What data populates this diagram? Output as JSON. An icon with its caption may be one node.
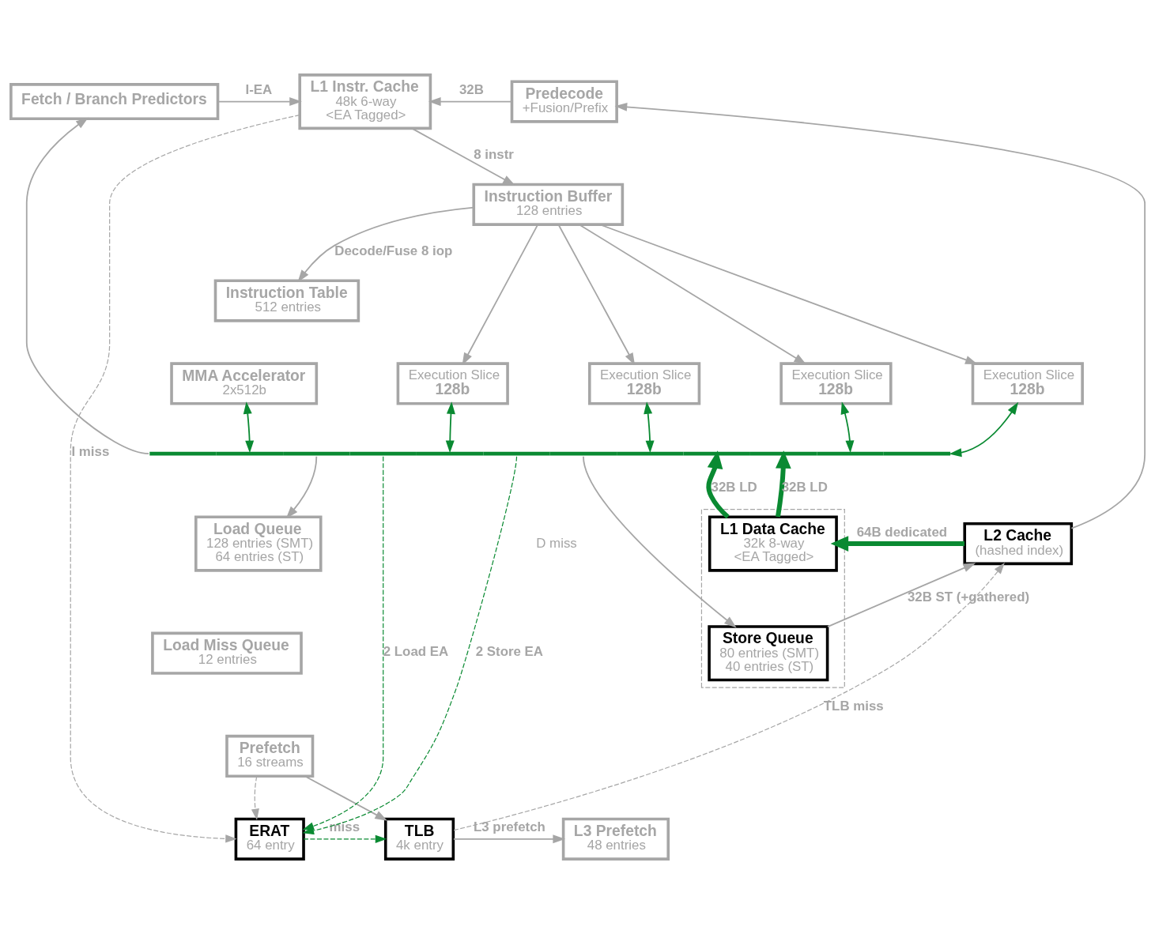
{
  "diagram": {
    "nodes": [
      {
        "text": [
          "Fetch / Branch Predictors"
        ]
      },
      {
        "text": [
          "L1 Instr. Cache",
          "48k 6-way",
          "<EA Tagged>"
        ]
      },
      {
        "text": [
          "Predecode",
          "+Fusion/Prefix"
        ]
      },
      {
        "text": [
          "Instruction Buffer",
          "128 entries"
        ]
      },
      {
        "text": [
          "Instruction Table",
          "512 entries"
        ]
      },
      {
        "text": [
          "MMA Accelerator",
          "2x512b"
        ]
      },
      {
        "text": [
          "Execution Slice",
          "128b"
        ]
      },
      {
        "text": [
          "Execution Slice",
          "128b"
        ]
      },
      {
        "text": [
          "Execution Slice",
          "128b"
        ]
      },
      {
        "text": [
          "Execution Slice",
          "128b"
        ]
      },
      {
        "text": [
          "Load Queue",
          "128 entries (SMT)",
          "64 entries (ST)"
        ]
      },
      {
        "text": [
          "Load Miss Queue",
          "12 entries"
        ]
      },
      {
        "text": [
          "Prefetch",
          "16 streams"
        ]
      },
      {
        "text": [],
        "shape": "box"
      },
      {
        "text": [
          "L1 Data Cache",
          "32k 8-way",
          "<EA Tagged>"
        ],
        "in": 13
      },
      {
        "text": [
          "Store Queue",
          "80 entries (SMT)",
          "40 entries (ST)"
        ],
        "in": 13
      },
      {
        "text": [
          "L2 Cache",
          "(hashed index)"
        ]
      },
      {
        "text": [
          "ERAT",
          "64 entry"
        ]
      },
      {
        "text": [
          "TLB",
          "4k entry"
        ]
      },
      {
        "text": [
          "L3 Prefetch",
          "48 entries"
        ]
      },
      {
        "text": [],
        "shape": "bar"
      }
    ],
    "edges": [
      {
        "from": 0,
        "to": 1,
        "arrow": "to",
        "label": "I-EA"
      },
      {
        "from": 2,
        "to": 1,
        "arrow": "to",
        "label": "32B"
      },
      {
        "from": 1,
        "to": 3,
        "arrow": "to",
        "label": "8 instr"
      },
      {
        "from": 3,
        "to": 4,
        "arrow": "to",
        "label": "Decode/Fuse 8 iop"
      },
      {
        "from": 3,
        "to": 6,
        "arrow": "to"
      },
      {
        "from": 3,
        "to": 7,
        "arrow": "to"
      },
      {
        "from": 3,
        "to": 8,
        "arrow": "to"
      },
      {
        "from": 3,
        "to": 9,
        "arrow": "to"
      },
      {
        "from": 20,
        "to": 5,
        "arrow": "both",
        "color": "#0a8a32"
      },
      {
        "from": 20,
        "to": 6,
        "arrow": "both",
        "color": "#0a8a32"
      },
      {
        "from": 20,
        "to": 7,
        "arrow": "both",
        "color": "#0a8a32"
      },
      {
        "from": 20,
        "to": 8,
        "arrow": "both",
        "color": "#0a8a32"
      },
      {
        "from": 20,
        "to": 9,
        "arrow": "both",
        "color": "#0a8a32"
      },
      {
        "from": 20,
        "to": 0,
        "arrow": "to"
      },
      {
        "from": 14,
        "to": 20,
        "arrow": "to",
        "label": "32B LD",
        "style": "thick",
        "color": "#0a8a32"
      },
      {
        "from": 14,
        "to": 20,
        "arrow": "to",
        "label": "32B LD",
        "style": "thick",
        "color": "#0a8a32"
      },
      {
        "from": 16,
        "to": 14,
        "arrow": "to",
        "label": "64B dedicated",
        "style": "thick",
        "color": "#0a8a32"
      },
      {
        "from": 15,
        "to": 16,
        "arrow": "to",
        "label": "32B ST (+gathered)"
      },
      {
        "from": 16,
        "to": 2,
        "arrow": "to"
      },
      {
        "from": 20,
        "to": 10,
        "arrow": "to"
      },
      {
        "from": 20,
        "to": 15,
        "arrow": "to"
      },
      {
        "from": 20,
        "to": 17,
        "arrow": "to",
        "label": "2 Load EA",
        "style": "dashed",
        "color": "#0a8a32"
      },
      {
        "from": 20,
        "to": 17,
        "arrow": "to",
        "label": "2 Store EA",
        "style": "dashed",
        "color": "#0a8a32"
      },
      {
        "from": 12,
        "to": 17,
        "arrow": "to",
        "style": "dashed"
      },
      {
        "from": 12,
        "to": 18,
        "arrow": "to"
      },
      {
        "from": 1,
        "to": 17,
        "arrow": "to",
        "label": "I miss",
        "style": "dashed"
      },
      {
        "from": 17,
        "to": 18,
        "arrow": "to",
        "label": "miss",
        "style": "dashed",
        "color": "#0a8a32"
      },
      {
        "from": 18,
        "to": 16,
        "arrow": "to",
        "label": "TLB miss",
        "style": "dashed"
      },
      {
        "from": 18,
        "to": 19,
        "arrow": "to",
        "label": "L3 prefetch"
      }
    ],
    "labels": [
      "D miss"
    ]
  }
}
